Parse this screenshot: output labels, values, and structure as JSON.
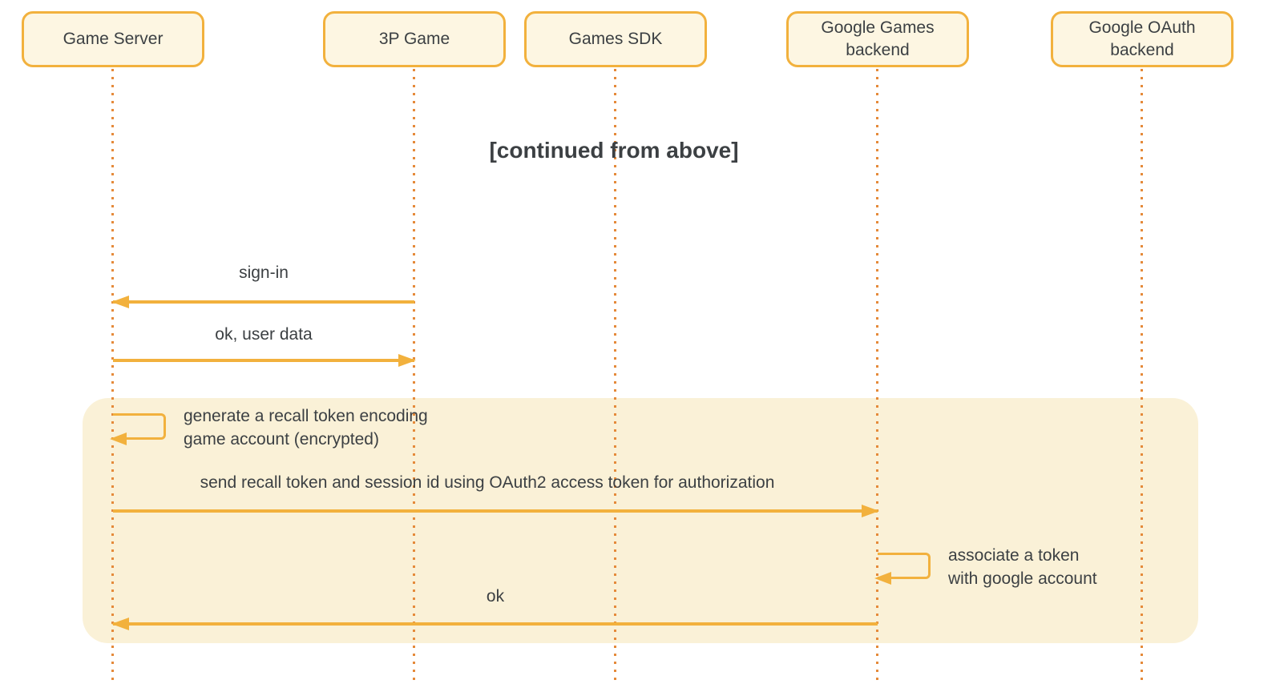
{
  "title": "[continued from above]",
  "actors": [
    {
      "id": "game-server",
      "label": "Game Server"
    },
    {
      "id": "3p-game",
      "label": "3P Game"
    },
    {
      "id": "games-sdk",
      "label": "Games SDK"
    },
    {
      "id": "google-games-backend",
      "label": "Google Games backend"
    },
    {
      "id": "google-oauth-backend",
      "label": "Google OAuth backend"
    }
  ],
  "messages": {
    "sign_in": {
      "label": "sign-in",
      "from": "3P Game",
      "to": "Game Server",
      "direction": "left"
    },
    "ok_user_data": {
      "label": "ok, user data",
      "from": "Game Server",
      "to": "3P Game",
      "direction": "right"
    },
    "generate_recall": {
      "type": "self-call",
      "actor": "Game Server",
      "line1": "generate a recall token encoding",
      "line2": "game account (encrypted)"
    },
    "send_recall": {
      "label": "send recall token and session id using OAuth2 access token for authorization",
      "from": "Game Server",
      "to": "Google Games backend",
      "direction": "right"
    },
    "associate_token": {
      "type": "self-call",
      "actor": "Google Games backend",
      "line1": "associate a token",
      "line2": "with google account"
    },
    "ok": {
      "label": "ok",
      "from": "Google Games backend",
      "to": "Game Server",
      "direction": "left"
    }
  },
  "colors": {
    "background": "#FFFFFF",
    "actor_fill": "#FDF6E2",
    "actor_border": "#F2B13D",
    "arrow": "#F2B13D",
    "lifeline_dots": "#E58A3A",
    "highlight_region_fill": "#FAF1D7",
    "text": "#3C4043"
  }
}
